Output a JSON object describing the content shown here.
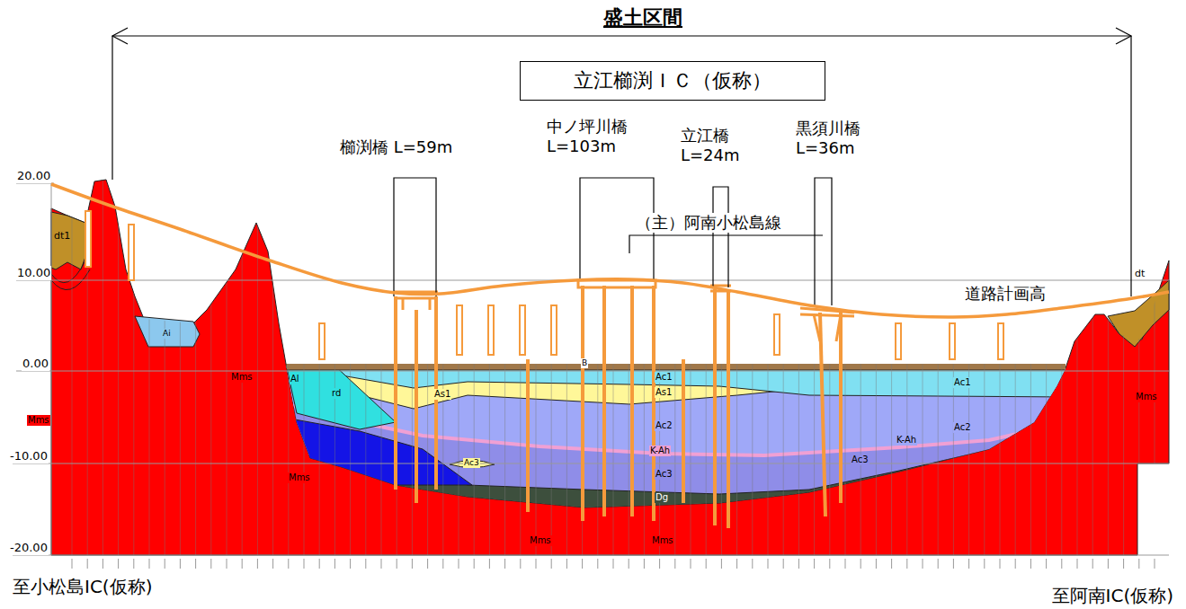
{
  "diagram": {
    "title": "盛土区間",
    "nodes": [
      {
        "text": [
          "立江櫛渕ＩＣ（仮称）"
        ]
      }
    ],
    "labels": [
      "櫛渕橋 L=59m",
      "中ノ坪川橋 L=103m",
      "立江橋 L=24m",
      "黒須川橋 L=36m",
      "（主）阿南小松島線",
      "道路計画高",
      "20.00",
      "10.00",
      "0.00",
      "-10.00",
      "-20.00",
      "至小松島IC(仮称)",
      "至阿南IC(仮称)",
      "dt1",
      "Mms",
      "Mms",
      "Mms",
      "Mms",
      "Mms",
      "Mms",
      "Ai",
      "Al",
      "rd",
      "Ac1",
      "Ac1",
      "As1",
      "As1",
      "Ac2",
      "Ac2",
      "K-Ah",
      "K-Ah",
      "Ac3",
      "Ac3",
      "Ac3",
      "Dg",
      "B",
      "dt"
    ]
  }
}
